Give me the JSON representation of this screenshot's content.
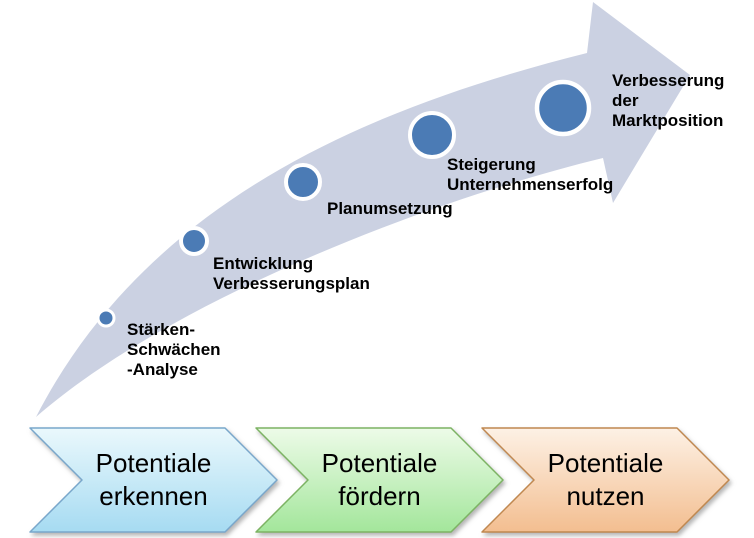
{
  "diagram": {
    "milestones": [
      {
        "name": "staerken-schwaechen-analyse",
        "lines": [
          "Stärken-",
          "Schwächen",
          "-Analyse"
        ]
      },
      {
        "name": "entwicklung-verbesserungsplan",
        "lines": [
          "Entwicklung",
          "Verbesserungsplan"
        ]
      },
      {
        "name": "planumsetzung",
        "lines": [
          "Planumsetzung"
        ]
      },
      {
        "name": "steigerung-unternehmenserfolg",
        "lines": [
          "Steigerung",
          "Unternehmenserfolg"
        ]
      },
      {
        "name": "verbesserung-der-marktposition",
        "lines": [
          "Verbesserung",
          "der",
          "Marktposition"
        ]
      }
    ],
    "phases": [
      {
        "line1": "Potentiale",
        "line2": "erkennen",
        "fill_top": "#EAF8FC",
        "fill_bottom": "#A6DBF2",
        "border": "#79A7CB"
      },
      {
        "line1": "Potentiale",
        "line2": "fördern",
        "fill_top": "#EDFBE8",
        "fill_bottom": "#A3E69B",
        "border": "#7CB363"
      },
      {
        "line1": "Potentiale",
        "line2": "nutzen",
        "fill_top": "#FDF1E5",
        "fill_bottom": "#F3BE90",
        "border": "#C08850"
      }
    ],
    "colors": {
      "arrow_band": "#CBD1E2",
      "dot_fill": "#4B7BB5",
      "dot_ring": "#FFFFFF",
      "label_text": "#000000",
      "background": "#FFFFFF"
    }
  }
}
